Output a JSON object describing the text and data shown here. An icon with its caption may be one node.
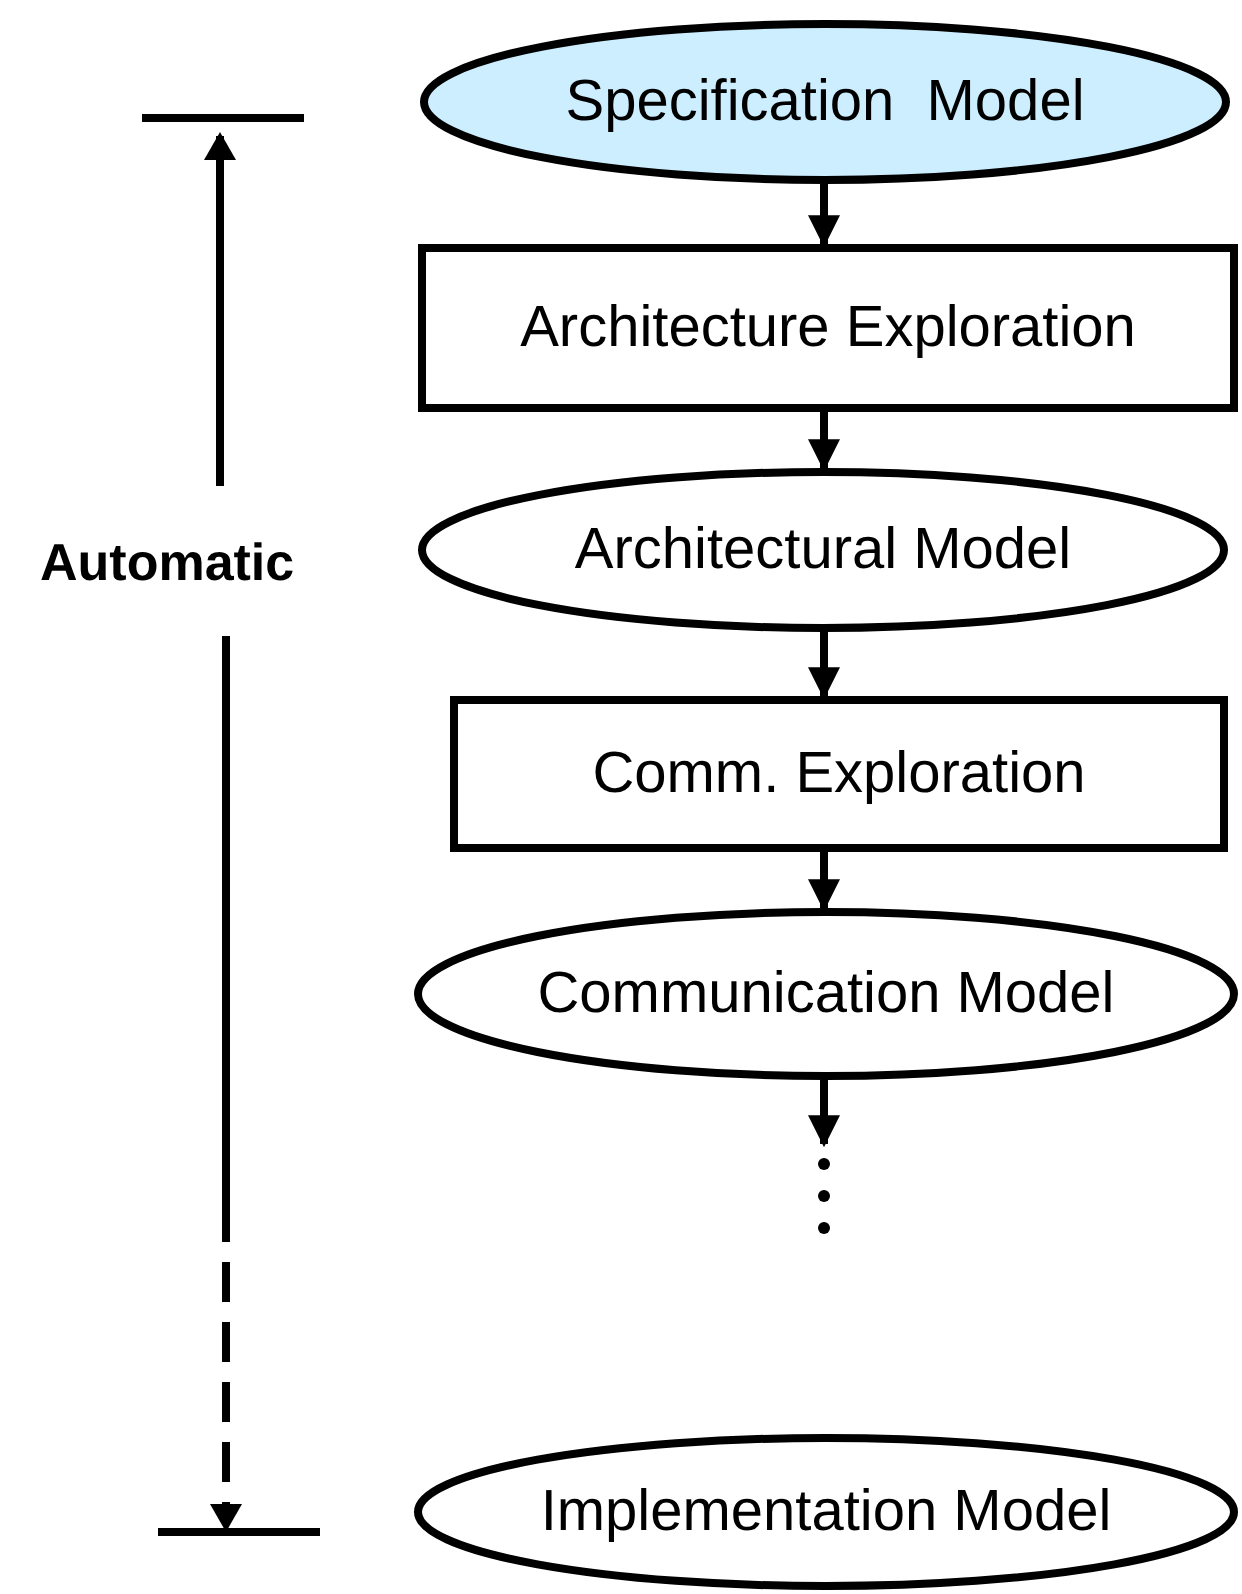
{
  "diagram": {
    "nodes": [
      {
        "text": [
          "Specification  Model"
        ]
      },
      {
        "text": [
          "Architecture Exploration"
        ]
      },
      {
        "text": [
          "Architectural Model"
        ]
      },
      {
        "text": [
          "Comm. Exploration"
        ]
      },
      {
        "text": [
          "Communication Model"
        ]
      },
      {
        "text": [
          "Implementation Model"
        ]
      }
    ],
    "edges": [
      {
        "from": 0,
        "to": 1,
        "arrow": "to"
      },
      {
        "from": 1,
        "to": 2,
        "arrow": "to"
      },
      {
        "from": 2,
        "to": 3,
        "arrow": "to"
      },
      {
        "from": 3,
        "to": 4,
        "arrow": "to"
      },
      {
        "from": 4,
        "to": null,
        "arrow": "to"
      }
    ],
    "labels": [
      "Automatic"
    ]
  }
}
